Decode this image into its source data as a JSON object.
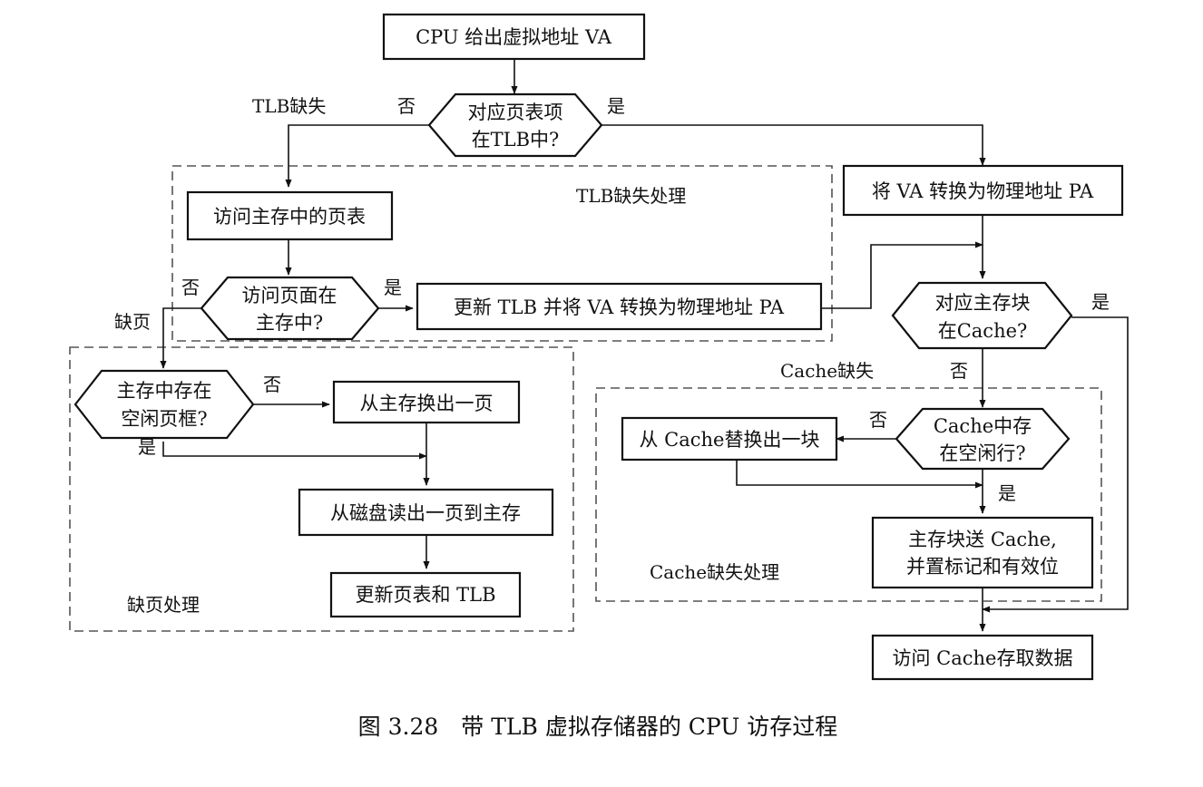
{
  "nodes": {
    "cpu_va": "CPU 给出虚拟地址 VA",
    "tlb_check_1": "对应页表项",
    "tlb_check_2": "在TLB中?",
    "va_to_pa": "将 VA 转换为物理地址 PA",
    "access_page_table": "访问主存中的页表",
    "page_in_mem_1": "访问页面在",
    "page_in_mem_2": "主存中?",
    "update_tlb": "更新 TLB 并将 VA 转换为物理地址 PA",
    "block_in_cache_1": "对应主存块",
    "block_in_cache_2": "在Cache?",
    "free_frame_1": "主存中存在",
    "free_frame_2": "空闲页框?",
    "swap_out_page": "从主存换出一页",
    "read_page_disk": "从磁盘读出一页到主存",
    "update_pt_tlb": "更新页表和 TLB",
    "free_line_1": "Cache中存",
    "free_line_2": "在空闲行?",
    "replace_block": "从 Cache替换出一块",
    "send_block_1": "主存块送 Cache,",
    "send_block_2": "并置标记和有效位",
    "access_cache": "访问 Cache存取数据"
  },
  "labels": {
    "tlb_miss": "TLB缺失",
    "tlb_miss_handling": "TLB缺失处理",
    "page_fault": "缺页",
    "page_fault_handling": "缺页处理",
    "cache_miss": "Cache缺失",
    "cache_miss_handling": "Cache缺失处理",
    "yes": "是",
    "no": "否"
  },
  "caption": "图 3.28　带 TLB 虚拟存储器的 CPU 访存过程"
}
